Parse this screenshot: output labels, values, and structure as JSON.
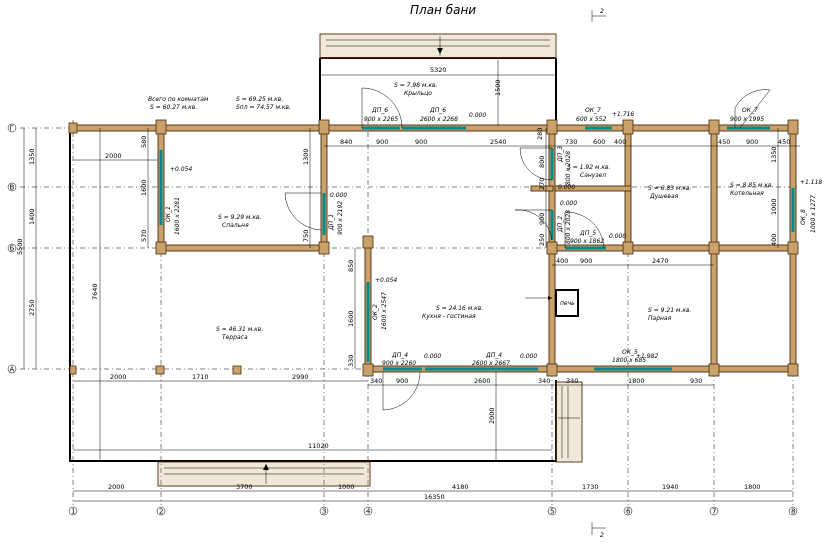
{
  "title": "План бани",
  "totals": {
    "line1_left": "Всего по комнатам",
    "line1_right": "S  =  69.25 м.кв.",
    "line2_left": "S  =  60.27 м.кв.",
    "line2_right": "Sпл = 74.57 м.кв."
  },
  "section_marks": {
    "top": "2",
    "bottom": "2"
  },
  "axes_letters": [
    "Г",
    "В",
    "Б",
    "А"
  ],
  "axes_numbers": [
    "1",
    "2",
    "3",
    "4",
    "5",
    "6",
    "7",
    "8"
  ],
  "rooms": {
    "porch": {
      "area": "S  =  7.98 м.кв.",
      "name": "Крыльцо"
    },
    "bedroom": {
      "area": "S  =  9.29 м.кв.",
      "name": "Спальня"
    },
    "terrace": {
      "area": "S  =  46.31 м.кв.",
      "name": "Терраса"
    },
    "kitchen": {
      "area": "S  =  24.16 м.кв.",
      "name": "Кухня - гостиная"
    },
    "wc": {
      "area": "S  =  1.92 м.кв.",
      "name": "Санузел"
    },
    "shower": {
      "area": "S  =  6.83 м.кв.",
      "name": "Душевая"
    },
    "boiler": {
      "area": "S  =  8.85 м.кв.",
      "name": "Котельная"
    },
    "steam": {
      "area": "S  =  9.21 м.кв.",
      "name": "Парная"
    },
    "stove": "печь"
  },
  "openings": {
    "dp6a": {
      "mark": "ДП_6",
      "size": "900 x 2265"
    },
    "dp6b": {
      "mark": "ДП_6",
      "size": "2600 x 2268",
      "level": "0.000"
    },
    "ok7a": {
      "mark": "ОК_7",
      "size": "600 x 552",
      "level": "+1.716"
    },
    "ok7b": {
      "mark": "ОК_7",
      "size": "900 x 1995"
    },
    "ok1a": {
      "mark": "ОК_1",
      "size": "1600 x 2281",
      "level": "+0.054"
    },
    "dp1": {
      "mark": "ДП_1",
      "size": "900 x 2192",
      "level": "0.000"
    },
    "ok2": {
      "mark": "ОК_2",
      "size": "1600 x 2547",
      "level": "+0.054"
    },
    "dp3": {
      "mark": "ДП_3",
      "size": "800 x 2028",
      "level": "0.000"
    },
    "dp2": {
      "mark": "ДП_2",
      "size": "800 x 2028",
      "level": "0.000"
    },
    "dp5": {
      "mark": "ДП_5",
      "size": "900 x 1862",
      "level": "0.000"
    },
    "ok8": {
      "mark": "ОК_8",
      "size": "1000 x 1277",
      "level": "+1.118"
    },
    "dp4a": {
      "mark": "ДП_4",
      "size": "900 x 2260",
      "level": "0.000"
    },
    "dp4b": {
      "mark": "ДП_4",
      "size": "2600 x 2667",
      "level": "0.000"
    },
    "ok5": {
      "mark": "ОК_5",
      "size": "1800 x 685",
      "level": "+1.982"
    }
  },
  "dims": {
    "porch_width": "5320",
    "porch_depth": "1500",
    "top_row": [
      "840",
      "900",
      "900",
      "2540",
      "280",
      "730",
      "600",
      "400",
      "450",
      "900",
      "450"
    ],
    "left_chain": [
      "1350",
      "1400",
      "2750"
    ],
    "left_total": "5500",
    "bed_left": [
      "580",
      "1600",
      "570"
    ],
    "bed_right": [
      "1300",
      "750"
    ],
    "wc_chain": [
      "800",
      "270",
      "900",
      "250"
    ],
    "kitchen_left": [
      "850",
      "1600",
      "330"
    ],
    "boiler_right": [
      "1350",
      "1000",
      "400"
    ],
    "bed_width": "2000",
    "terrace_depth": "7640",
    "mid_row": [
      "400",
      "900",
      "2470"
    ],
    "bottom_row_left": [
      "2000",
      "1710",
      "2990"
    ],
    "bottom_row_right": [
      "340",
      "900",
      "2600",
      "340",
      "340",
      "1800",
      "930"
    ],
    "kitchen_step": "2000",
    "terrace_total": "11020",
    "axis_row": [
      "2000",
      "3700",
      "1000",
      "4180",
      "1730",
      "1940",
      "1800"
    ],
    "overall": "16350"
  }
}
